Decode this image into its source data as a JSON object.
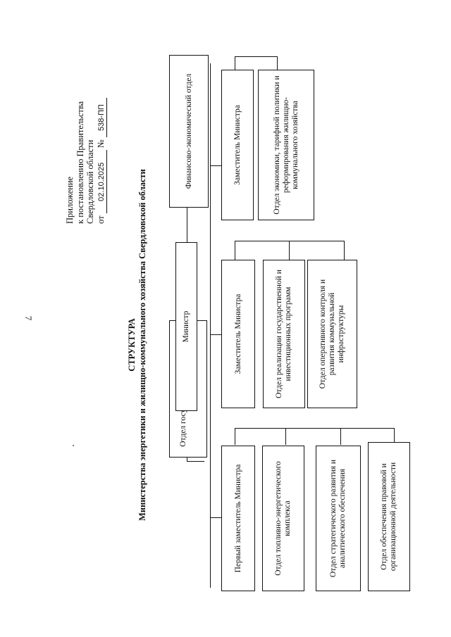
{
  "page_number": "7",
  "appendix": {
    "line1": "Приложение",
    "line2": "к постановлению Правительства",
    "line3": "Свердловской области",
    "from_label": "от",
    "date": "02.10.2025",
    "number_label": "№",
    "number": "538-ПП"
  },
  "title": {
    "line1": "СТРУКТУРА",
    "line2": "Министерства энергетики и жилищно-коммунального хозяйства Свердловской области"
  },
  "chart": {
    "minister": "Министр",
    "left_top": "Отдел государственной службы и кадров",
    "right_top": "Финансово-экономический отдел",
    "first_deputy": "Первый заместитель Министра",
    "first_deputy_depts": [
      "Отдел топливно-энергетического комплекса",
      "Отдел стратегического развития и аналитического обеспечения",
      "Отдел обеспечения правовой и организационной деятельности"
    ],
    "deputy_center": "Заместитель Министра",
    "deputy_center_depts": [
      "Отдел реализации государственной и инвестиционных программ",
      "Отдел оперативного контроля и развития коммунальной инфраструктуры"
    ],
    "deputy_right": "Заместитель Министра",
    "deputy_right_depts": [
      "Отдел экономики, тарифной политики и реформирования жилищно-коммунального хозяйства"
    ]
  }
}
